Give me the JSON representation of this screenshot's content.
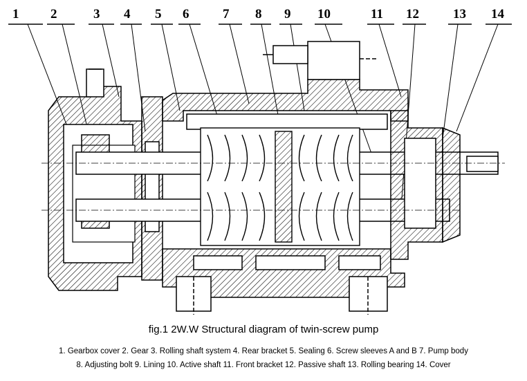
{
  "callouts": [
    "1",
    "2",
    "3",
    "4",
    "5",
    "6",
    "7",
    "8",
    "9",
    "10",
    "11",
    "12",
    "13",
    "14"
  ],
  "caption": "fig.1  2W.W Structural diagram of twin-screw pump",
  "legend": {
    "line1": "1. Gearbox cover 2. Gear 3. Rolling shaft system 4. Rear bracket 5. Sealing 6. Screw sleeves A and B 7. Pump body",
    "line2": "8. Adjusting bolt 9. Lining 10. Active shaft 11. Front bracket 12. Passive shaft 13. Rolling bearing 14. Cover"
  }
}
